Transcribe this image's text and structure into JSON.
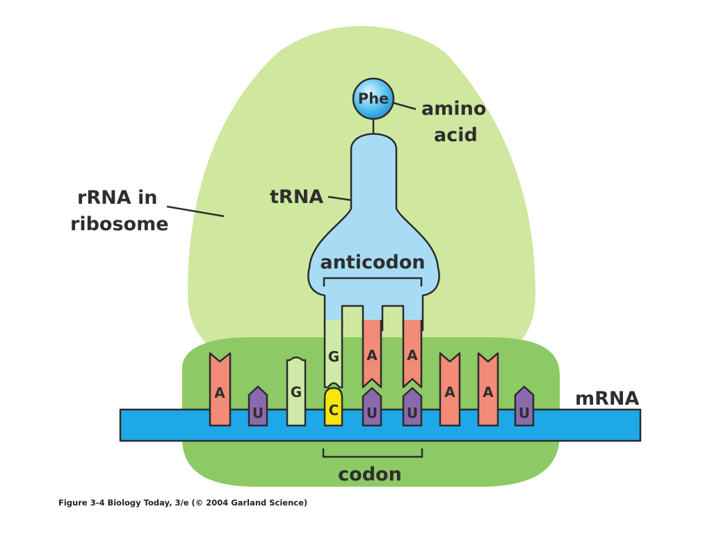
{
  "labels": {
    "rrna_line1": "rRNA in",
    "rrna_line2": "ribosome",
    "trna": "tRNA",
    "amino_line1": "amino",
    "amino_line2": "acid",
    "amino_acid": "Phe",
    "anticodon": "anticodon",
    "mrna": "mRNA",
    "codon": "codon"
  },
  "mrna_bases": [
    "A",
    "U",
    "G",
    "C",
    "U",
    "U",
    "A",
    "A",
    "U"
  ],
  "anticodon_bases": [
    "G",
    "A",
    "A"
  ],
  "caption": "Figure 3-4  Biology Today, 3/e (© 2004 Garland Science)",
  "colors": {
    "ribosome_large": "#cfe79f",
    "ribosome_small": "#8dc965",
    "mrna_strand": "#1ea8e8",
    "trna": "#a8dcf4",
    "adenine": "#f28b78",
    "uracil": "#8a69ad",
    "guanine": "#cfe9a8",
    "cytosine": "#f6e60d"
  }
}
